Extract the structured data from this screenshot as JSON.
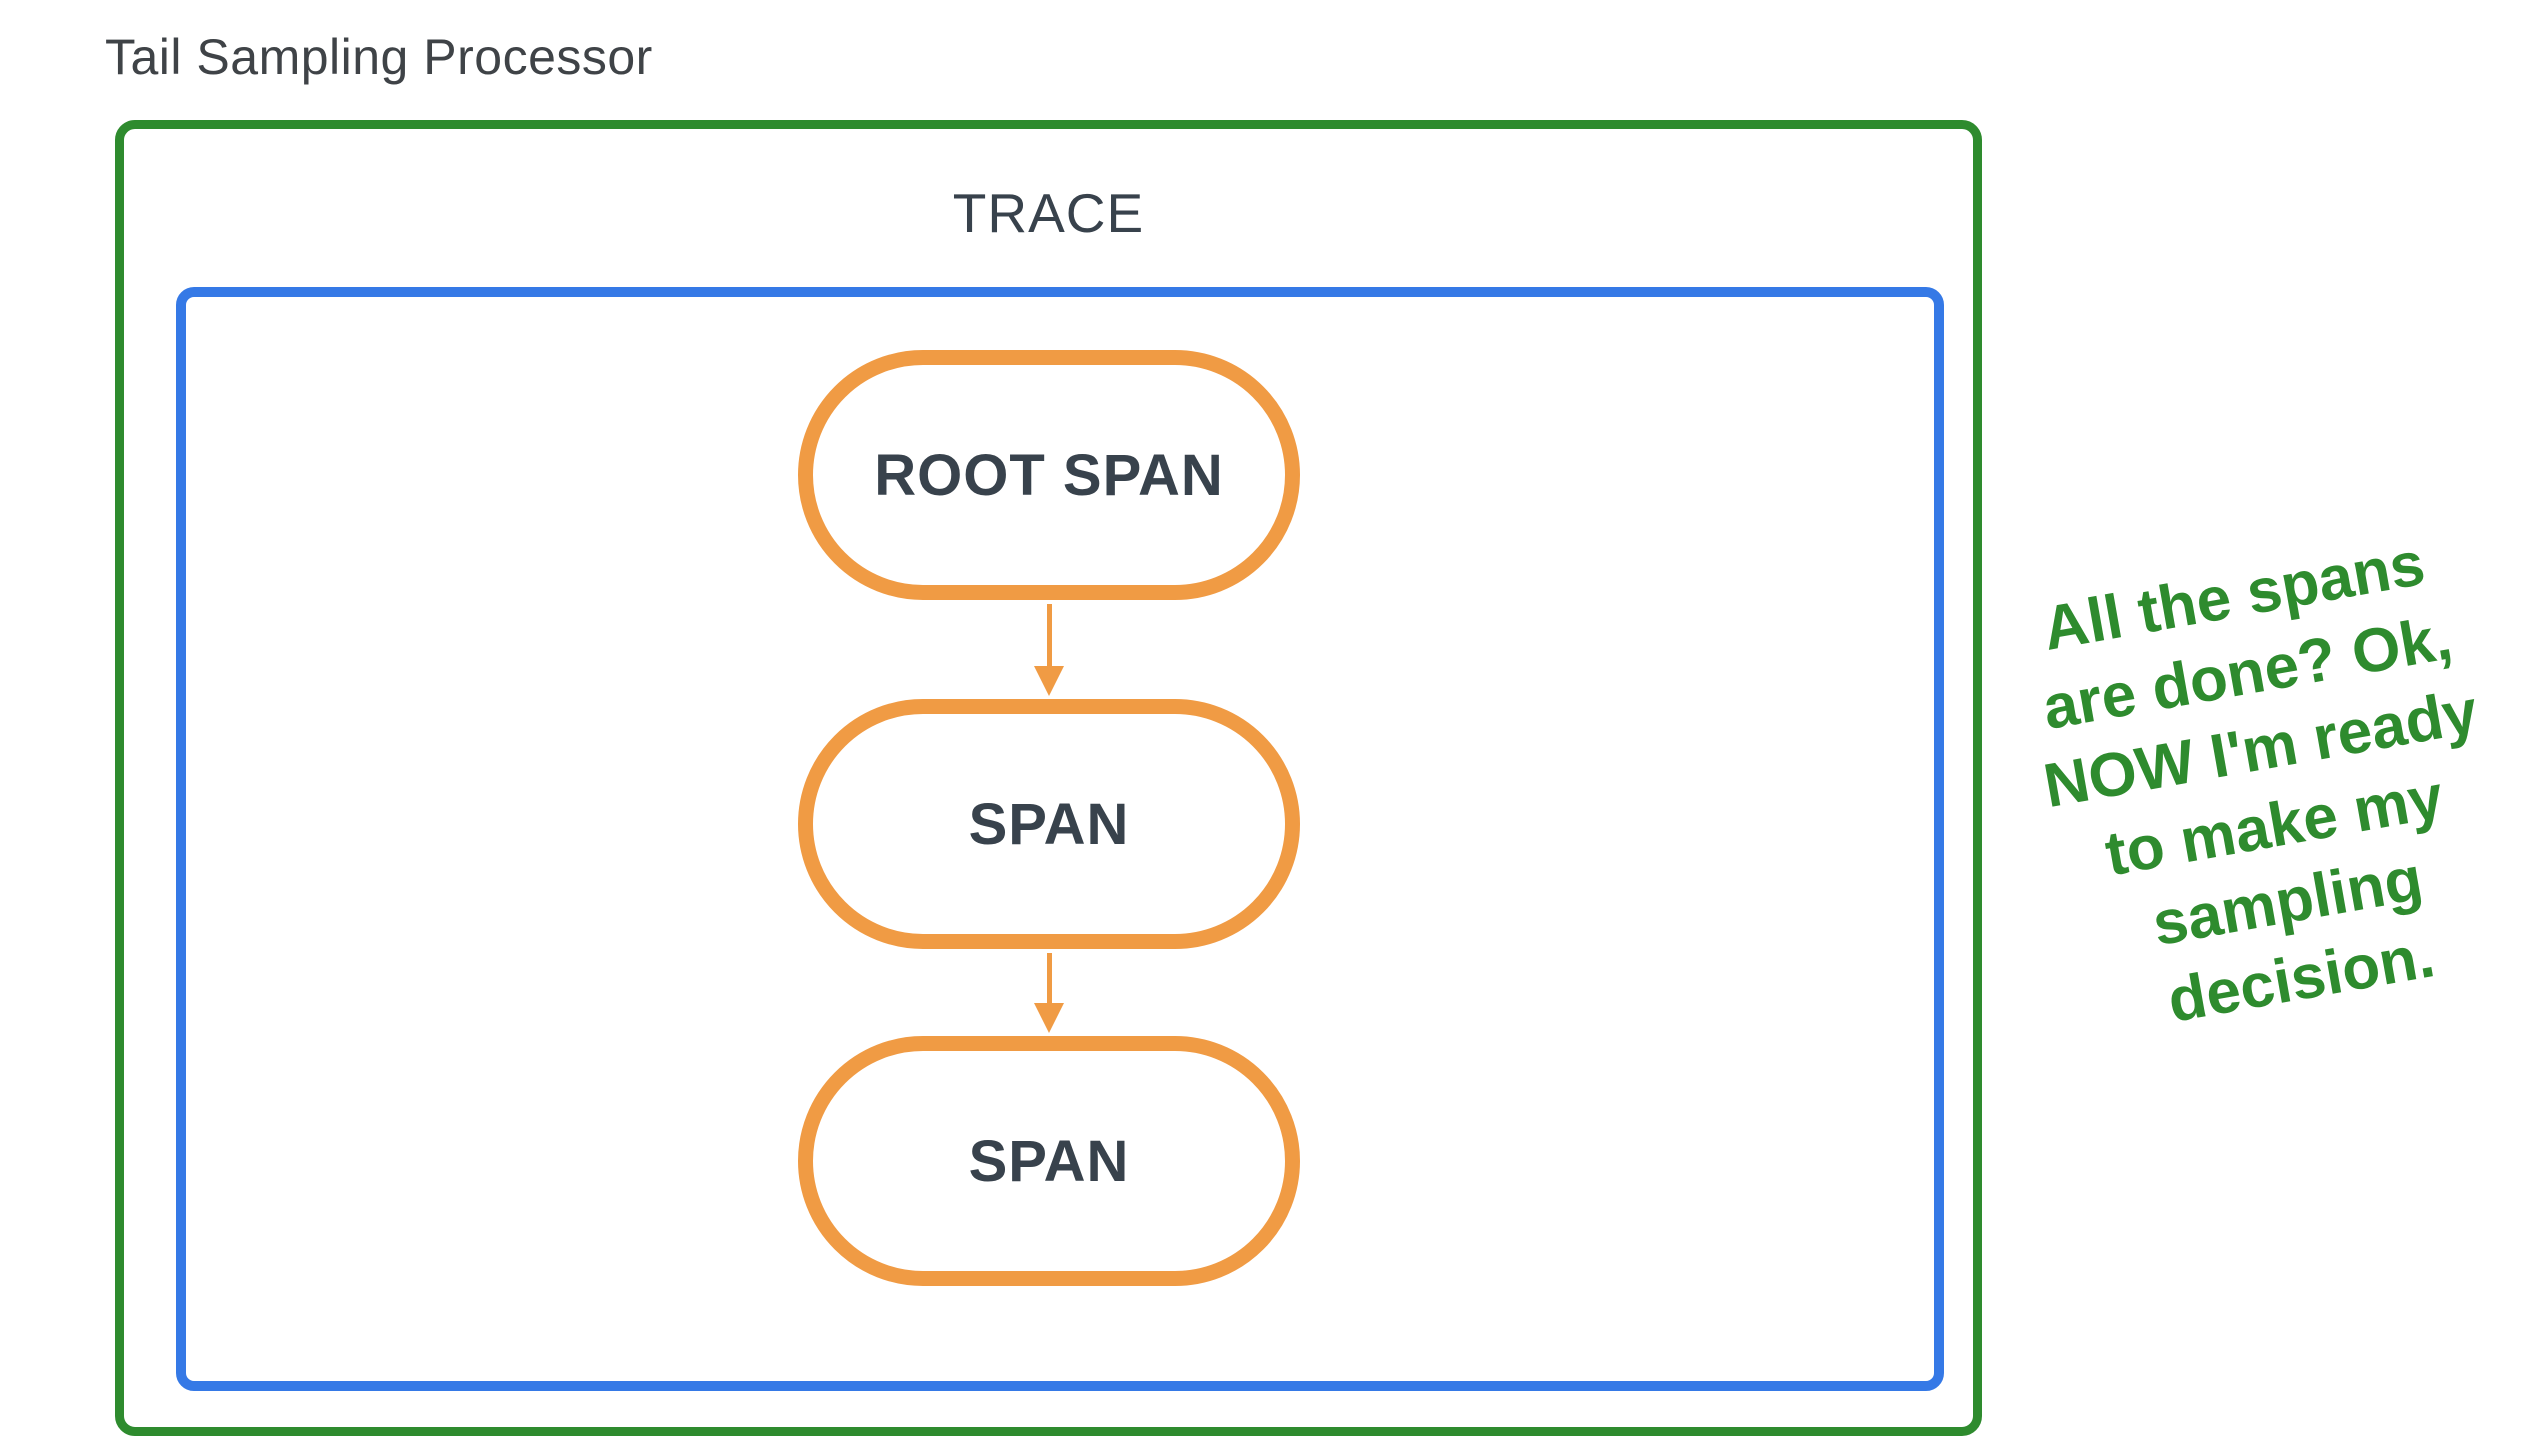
{
  "diagram": {
    "title": "Tail Sampling Processor",
    "trace_label": "TRACE",
    "nodes": [
      {
        "label": "ROOT SPAN"
      },
      {
        "label": "SPAN"
      },
      {
        "label": "SPAN"
      }
    ],
    "annotation_lines": [
      "All the spans",
      "are done? Ok,",
      "NOW I'm ready",
      "to make my",
      "sampling",
      "decision."
    ],
    "colors": {
      "green": "#2e8b2e",
      "blue": "#3579e6",
      "orange": "#f09b44",
      "ink": "#38424c",
      "title_ink": "#3f4347"
    }
  }
}
